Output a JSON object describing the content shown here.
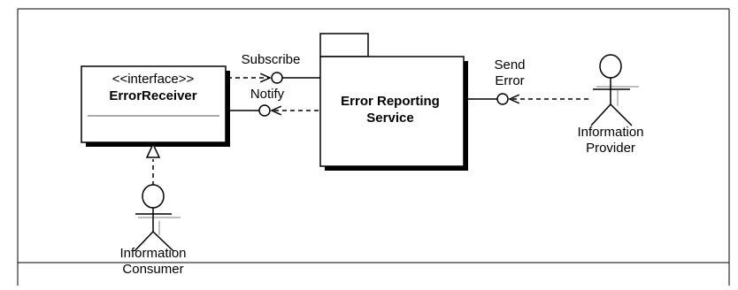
{
  "interface": {
    "stereotype": "<<interface>>",
    "name": "ErrorReceiver"
  },
  "service": {
    "name_line1": "Error Reporting",
    "name_line2": "Service"
  },
  "labels": {
    "subscribe": "Subscribe",
    "notify": "Notify",
    "send_line1": "Send",
    "send_line2": "Error"
  },
  "actors": {
    "provider": {
      "line1": "Information",
      "line2": "Provider"
    },
    "consumer": {
      "line1": "Information",
      "line2": "Consumer"
    }
  }
}
